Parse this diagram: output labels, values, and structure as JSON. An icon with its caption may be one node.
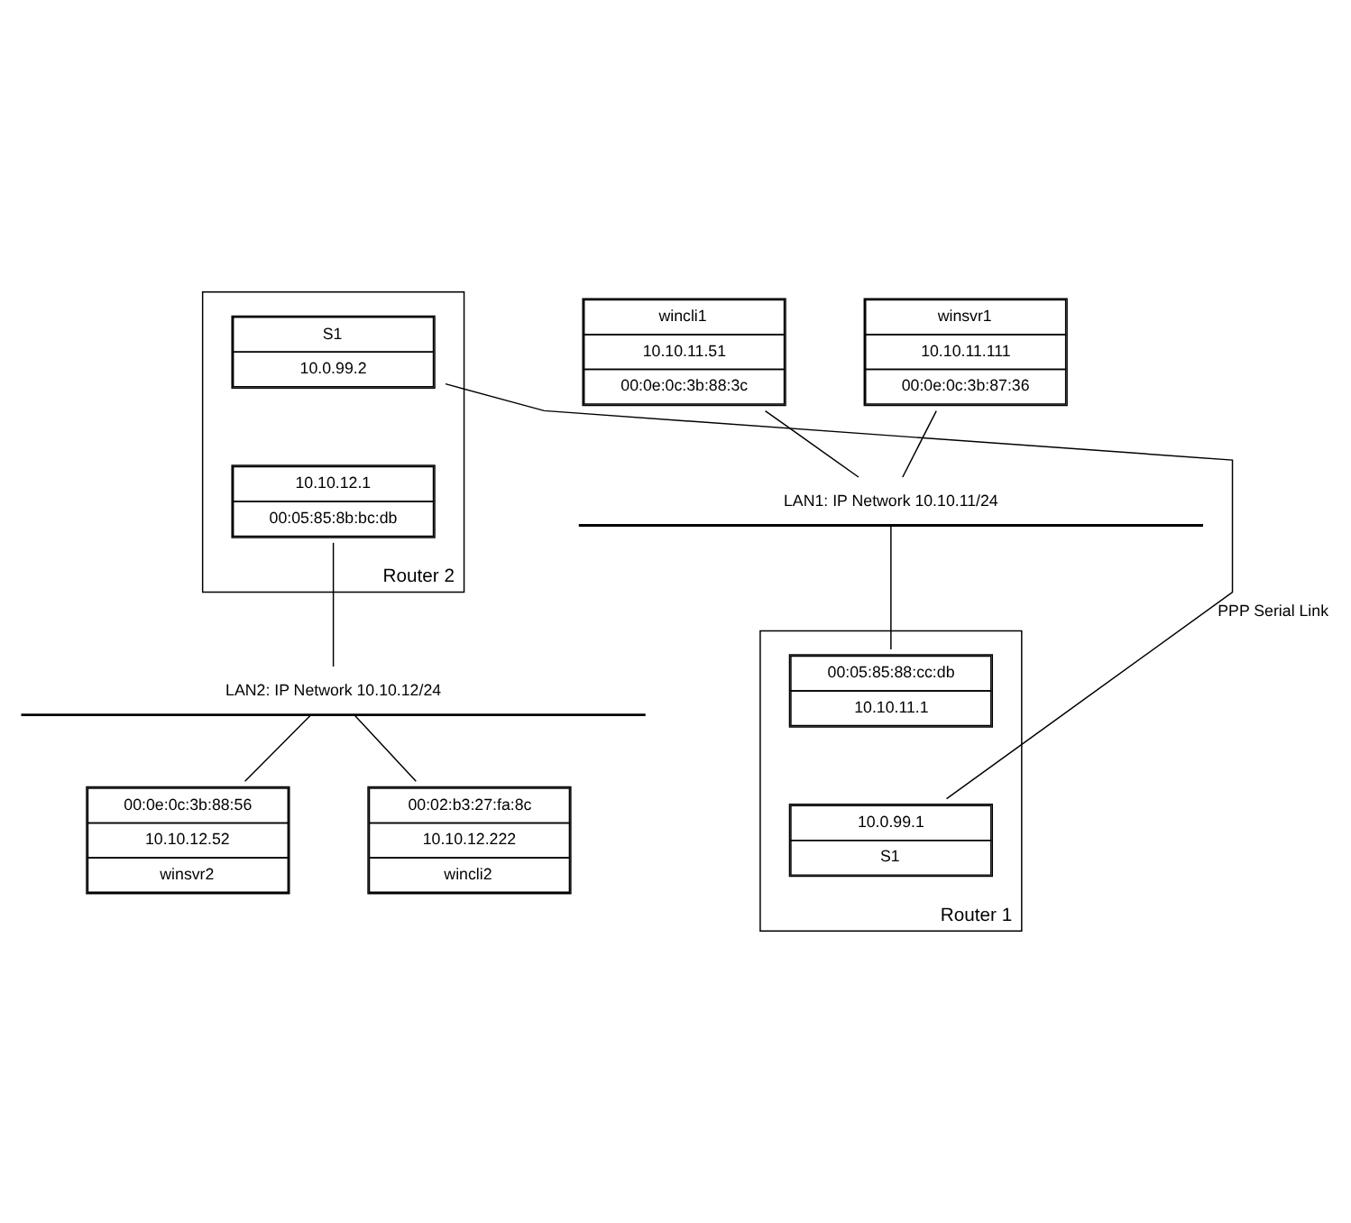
{
  "diagram": {
    "nodes": [
      {
        "text": [
          "wincli1",
          "10.10.11.51",
          "00:0e:0c:3b:88:3c"
        ]
      },
      {
        "text": [
          "winsvr1",
          "10.10.11.111",
          "00:0e:0c:3b:87:36"
        ]
      },
      {
        "text": [
          "LAN1: IP Network 10.10.11/24"
        ]
      },
      {
        "text": [
          "Router 1"
        ]
      },
      {
        "text": [
          "00:05:85:88:cc:db",
          "10.10.11.1"
        ],
        "in": 3
      },
      {
        "text": [
          "10.0.99.1",
          "S1"
        ],
        "in": 3
      },
      {
        "text": [
          "Router 2"
        ]
      },
      {
        "text": [
          "S1",
          "10.0.99.2"
        ],
        "in": 6
      },
      {
        "text": [
          "10.10.12.1",
          "00:05:85:8b:bc:db"
        ],
        "in": 6
      },
      {
        "text": [
          "LAN2: IP Network 10.10.12/24"
        ]
      },
      {
        "text": [
          "00:02:b3:27:fa:8c",
          "10.10.12.222",
          "wincli2"
        ]
      },
      {
        "text": [
          "00:0e:0c:3b:88:56",
          "10.10.12.52",
          "winsvr2"
        ]
      }
    ],
    "edges": [
      {
        "from": 0,
        "to": 2,
        "arrow": "none"
      },
      {
        "from": 1,
        "to": 2,
        "arrow": "none"
      },
      {
        "from": 2,
        "to": 4,
        "arrow": "none"
      },
      {
        "from": 7,
        "to": 5,
        "arrow": "none",
        "label": "PPP Serial Link"
      },
      {
        "from": 8,
        "to": 9,
        "arrow": "none"
      },
      {
        "from": 9,
        "to": 10,
        "arrow": "none"
      },
      {
        "from": 9,
        "to": 11,
        "arrow": "none"
      }
    ]
  }
}
